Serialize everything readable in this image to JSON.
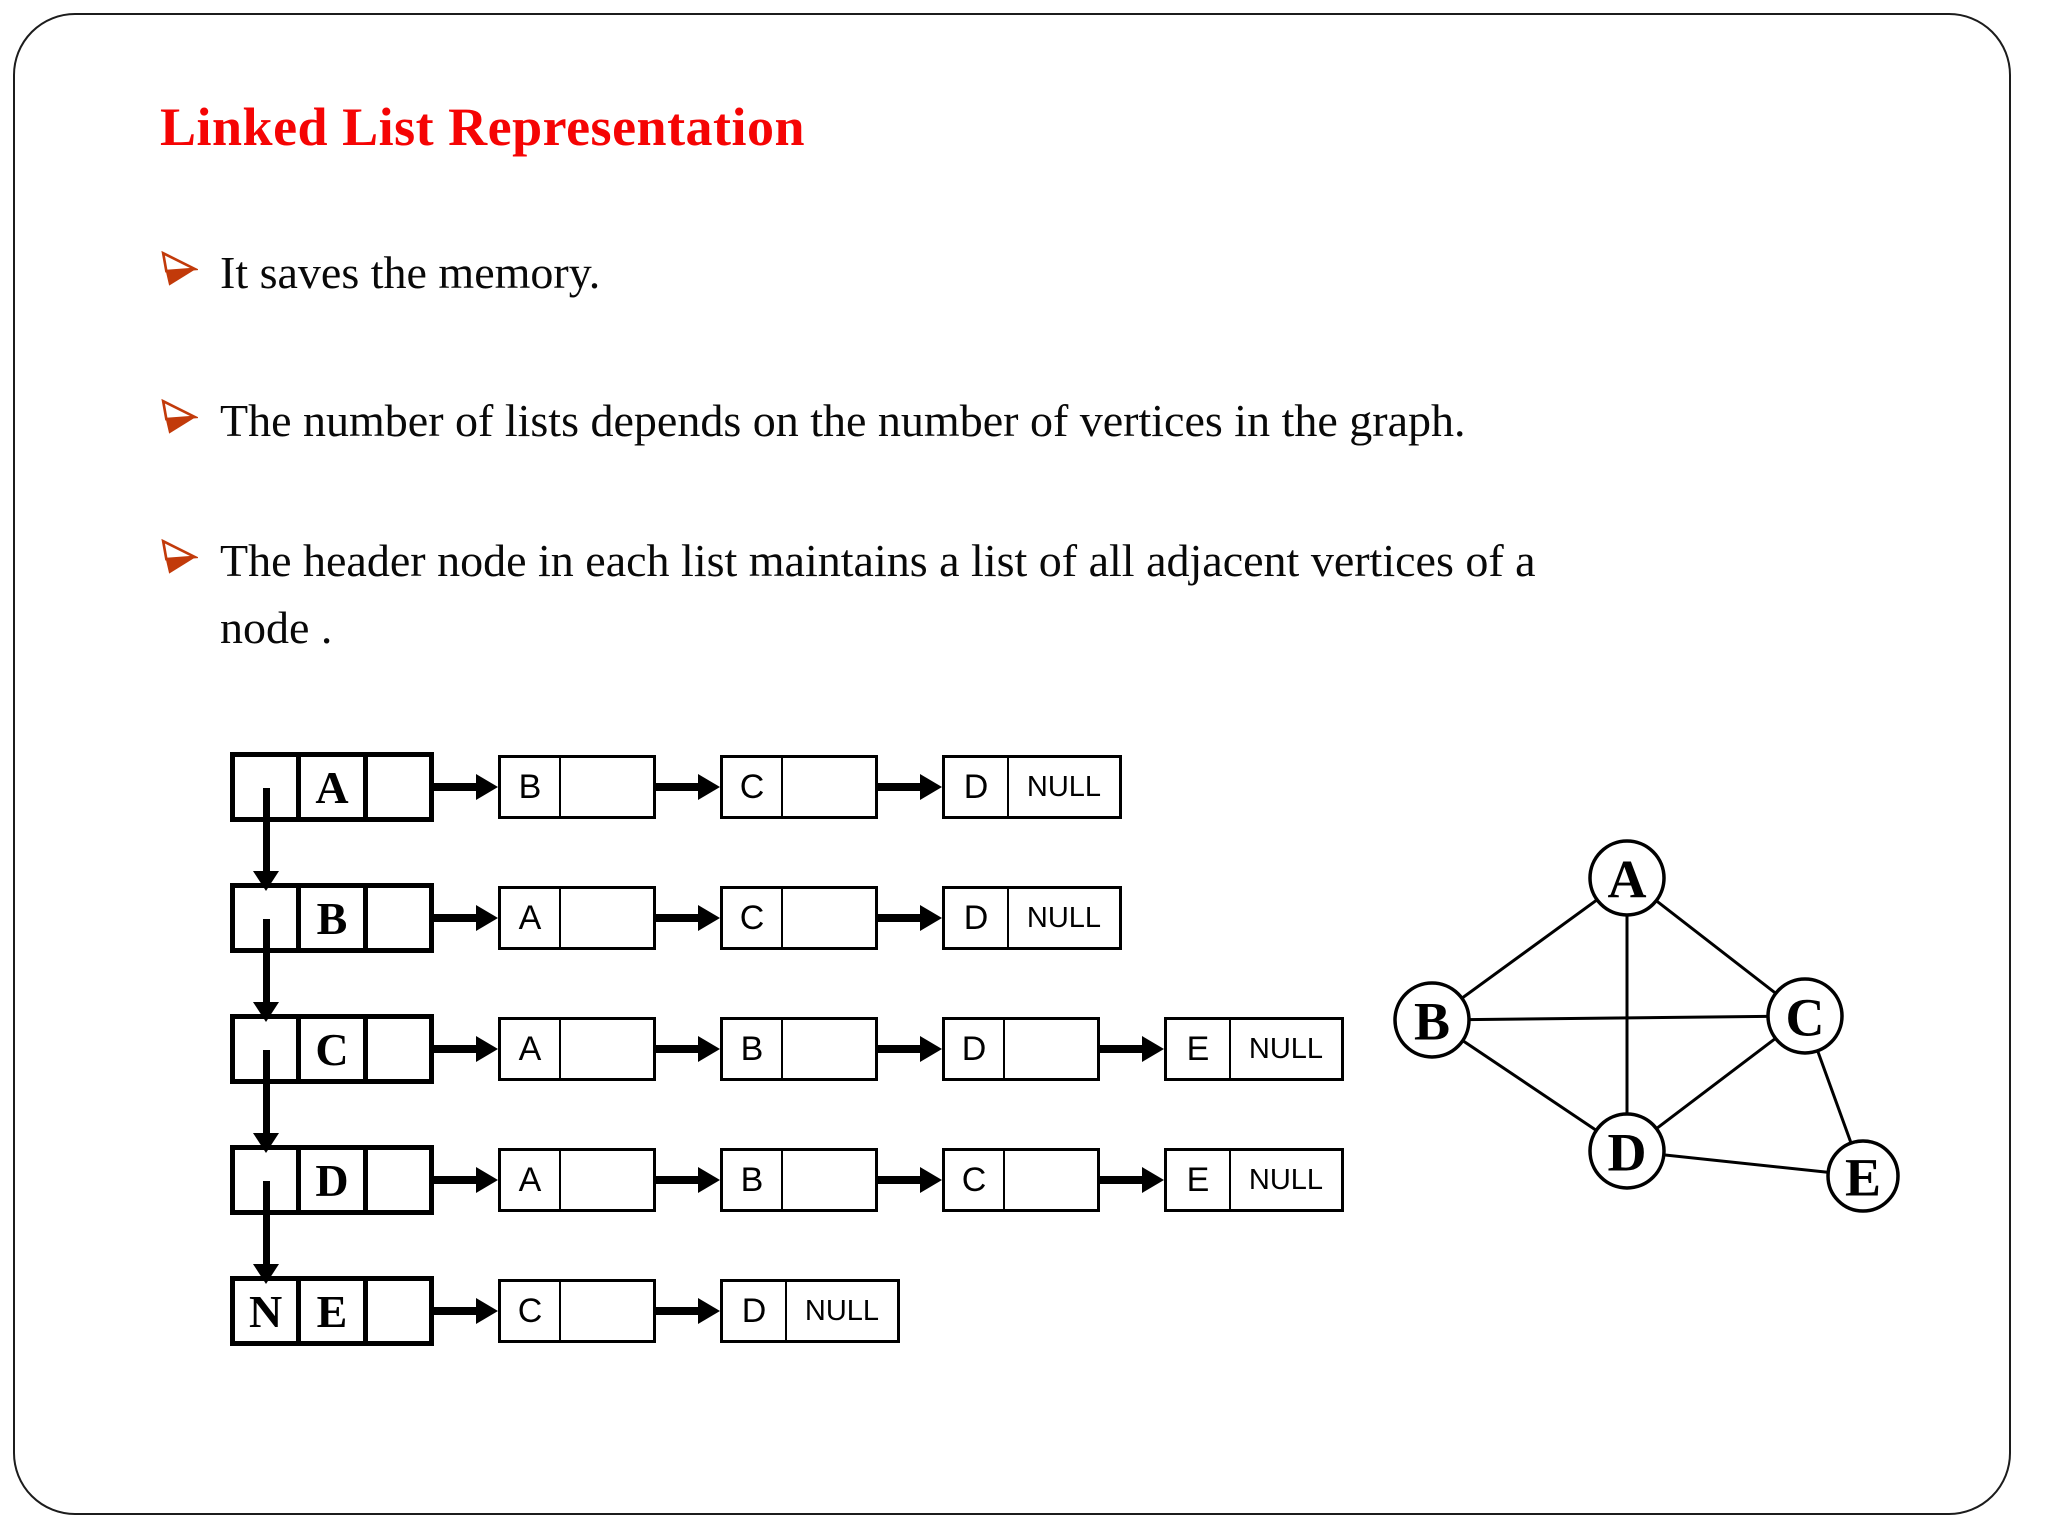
{
  "slide": {
    "title": "Linked List Representation",
    "title_color": "#f50404",
    "bullet_marker_color": "#c23a0a",
    "bullets": [
      {
        "line1": "It saves the memory.",
        "line2": ""
      },
      {
        "line1": "The number of lists depends on the number of vertices in the graph.",
        "line2": ""
      },
      {
        "line1": "The header node in each list maintains a list of all adjacent vertices of a",
        "line2": "node ."
      }
    ]
  },
  "linked_lists": [
    {
      "header": "A",
      "head_left": "",
      "nodes": [
        {
          "label": "B",
          "next": ""
        },
        {
          "label": "C",
          "next": ""
        },
        {
          "label": "D",
          "next": "NULL"
        }
      ]
    },
    {
      "header": "B",
      "head_left": "",
      "nodes": [
        {
          "label": "A",
          "next": ""
        },
        {
          "label": "C",
          "next": ""
        },
        {
          "label": "D",
          "next": "NULL"
        }
      ]
    },
    {
      "header": "C",
      "head_left": "",
      "nodes": [
        {
          "label": "A",
          "next": ""
        },
        {
          "label": "B",
          "next": ""
        },
        {
          "label": "D",
          "next": ""
        },
        {
          "label": "E",
          "next": "NULL"
        }
      ]
    },
    {
      "header": "D",
      "head_left": "",
      "nodes": [
        {
          "label": "A",
          "next": ""
        },
        {
          "label": "B",
          "next": ""
        },
        {
          "label": "C",
          "next": ""
        },
        {
          "label": "E",
          "next": "NULL"
        }
      ]
    },
    {
      "header": "E",
      "head_left": "N",
      "nodes": [
        {
          "label": "C",
          "next": ""
        },
        {
          "label": "D",
          "next": "NULL"
        }
      ]
    }
  ],
  "graph": {
    "nodes": [
      {
        "id": "A"
      },
      {
        "id": "B"
      },
      {
        "id": "C"
      },
      {
        "id": "D"
      },
      {
        "id": "E"
      }
    ],
    "edges": [
      [
        "A",
        "B"
      ],
      [
        "A",
        "C"
      ],
      [
        "A",
        "D"
      ],
      [
        "B",
        "C"
      ],
      [
        "B",
        "D"
      ],
      [
        "C",
        "D"
      ],
      [
        "C",
        "E"
      ],
      [
        "D",
        "E"
      ]
    ]
  }
}
